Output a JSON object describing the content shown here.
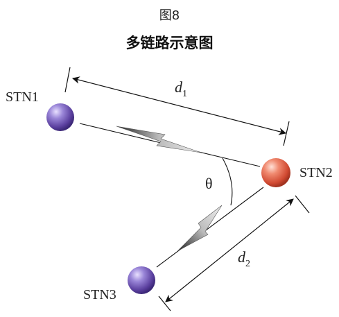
{
  "figure": {
    "label": "图8",
    "title": "多链路示意图"
  },
  "stations": [
    {
      "id": "stn1",
      "label": "STN1",
      "color": "#7a5fc0"
    },
    {
      "id": "stn2",
      "label": "STN2",
      "color": "#e0604a"
    },
    {
      "id": "stn3",
      "label": "STN3",
      "color": "#7a5fc0"
    }
  ],
  "distances": {
    "d1": {
      "symbol": "d",
      "subscript": "1"
    },
    "d2": {
      "symbol": "d",
      "subscript": "2"
    }
  },
  "angle": {
    "symbol": "θ"
  }
}
